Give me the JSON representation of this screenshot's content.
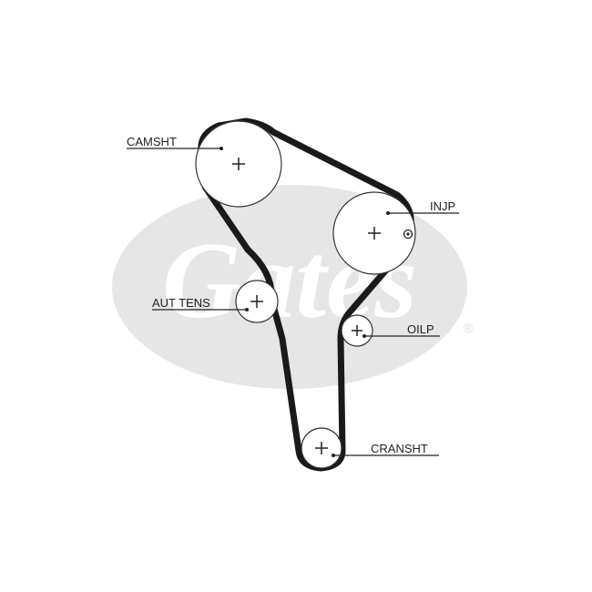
{
  "diagram": {
    "labels": {
      "camsht": "CAMSHT",
      "injp": "INJP",
      "aut_tens": "AUT TENS",
      "oilp": "OILP",
      "cransht": "CRANSHT"
    },
    "logo": {
      "brand": "Gates",
      "registered": "®",
      "color": "#e6e6e6"
    },
    "colors": {
      "belt": "#1a1a1a",
      "ink": "#222222"
    },
    "icons": [
      "plus-icon",
      "registered-mark-icon"
    ]
  }
}
